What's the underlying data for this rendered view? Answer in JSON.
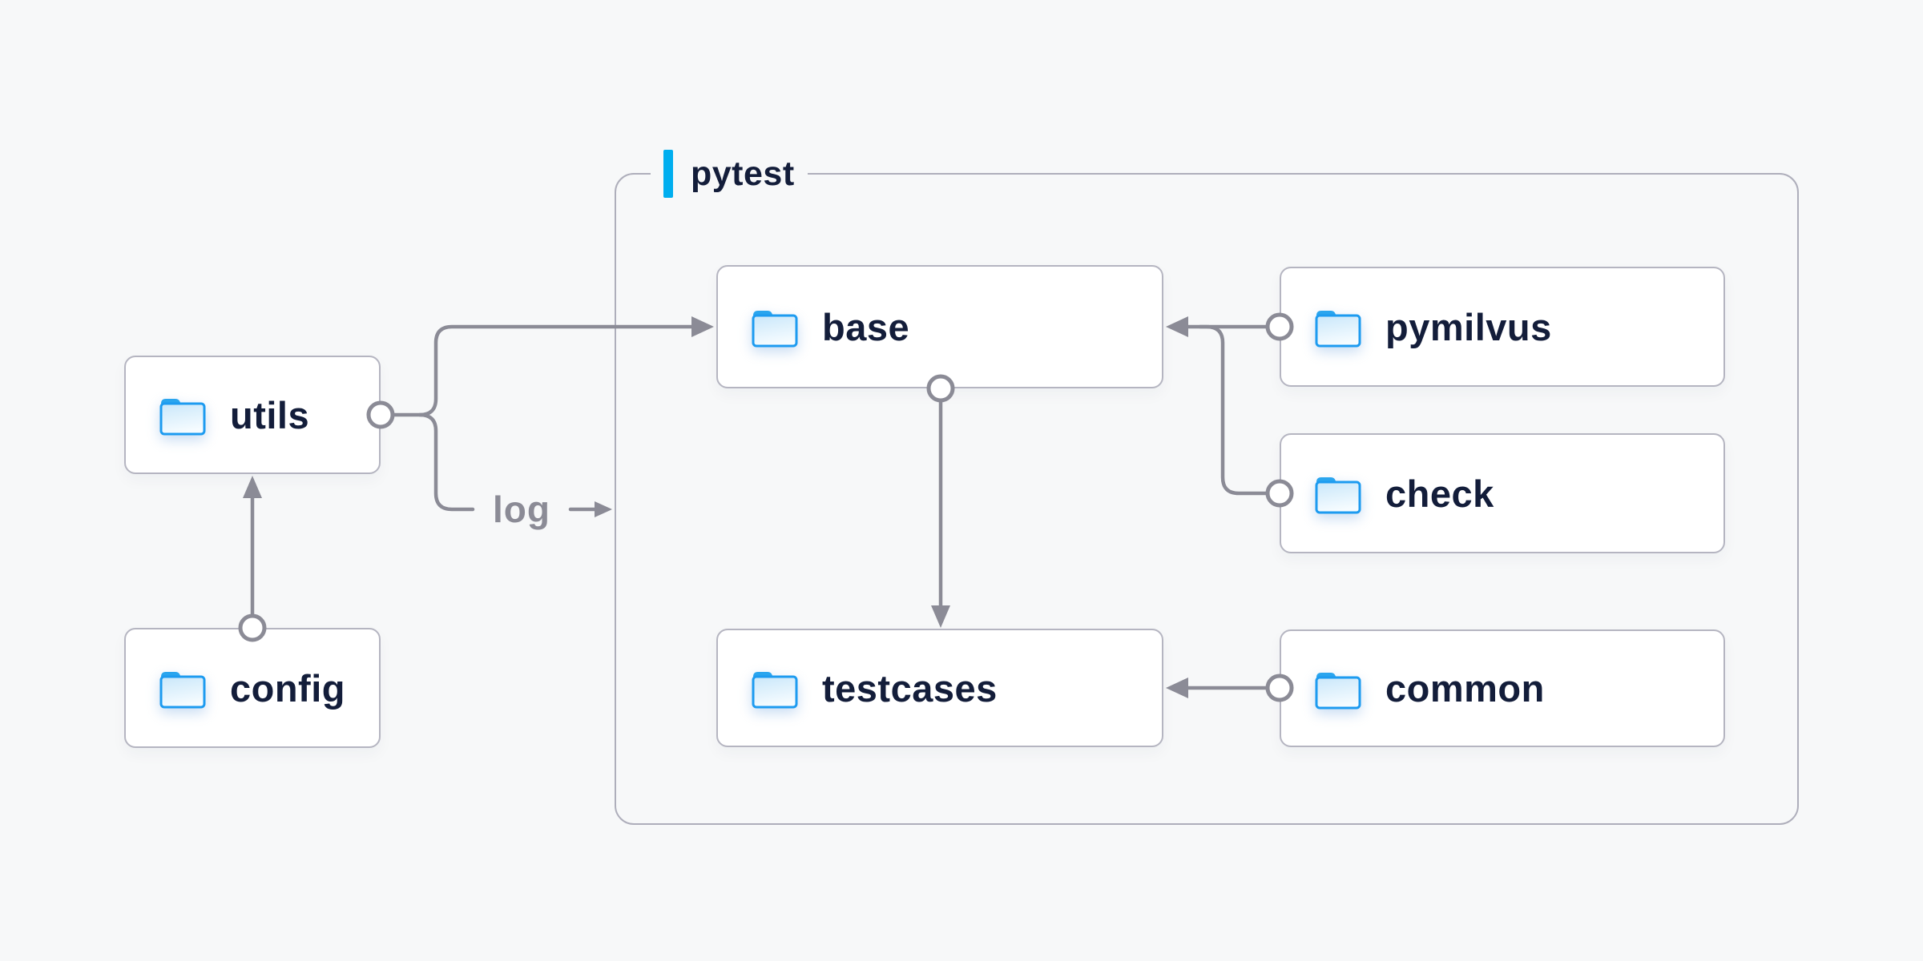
{
  "diagram": {
    "type": "flowchart",
    "background_color": "#f7f8f9",
    "node_fill_color": "#ffffff",
    "node_border_color": "#b5b5c1",
    "node_text_color": "#131d3a",
    "connector_color": "#8b8b96",
    "accent_bar_color": "#00aeef",
    "folder_icon_color": "#1d9bf0",
    "group": {
      "label": "pytest"
    },
    "nodes": [
      {
        "id": "utils",
        "label": "utils",
        "icon": "folder-icon",
        "group": null
      },
      {
        "id": "config",
        "label": "config",
        "icon": "folder-icon",
        "group": null
      },
      {
        "id": "base",
        "label": "base",
        "icon": "folder-icon",
        "group": "pytest"
      },
      {
        "id": "pymilvus",
        "label": "pymilvus",
        "icon": "folder-icon",
        "group": "pytest"
      },
      {
        "id": "check",
        "label": "check",
        "icon": "folder-icon",
        "group": "pytest"
      },
      {
        "id": "testcases",
        "label": "testcases",
        "icon": "folder-icon",
        "group": "pytest"
      },
      {
        "id": "common",
        "label": "common",
        "icon": "folder-icon",
        "group": "pytest"
      }
    ],
    "edges": [
      {
        "from": "utils",
        "to": "base",
        "label": "",
        "style": "arrow"
      },
      {
        "from": "utils",
        "to": "pytest-group",
        "label": "log",
        "style": "arrow"
      },
      {
        "from": "config",
        "to": "utils",
        "label": "",
        "style": "arrow"
      },
      {
        "from": "base",
        "to": "testcases",
        "label": "",
        "style": "arrow"
      },
      {
        "from": "pymilvus",
        "to": "base",
        "label": "",
        "style": "arrow"
      },
      {
        "from": "check",
        "to": "base",
        "label": "",
        "style": "arrow"
      },
      {
        "from": "common",
        "to": "testcases",
        "label": "",
        "style": "arrow"
      }
    ]
  }
}
